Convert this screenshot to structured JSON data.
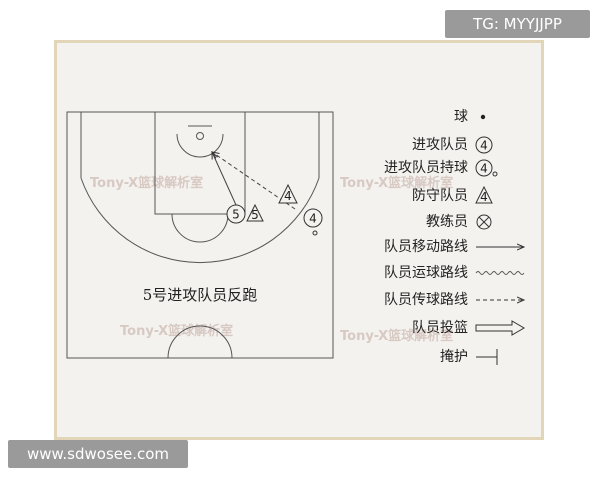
{
  "top_badge": "TG: MYYJJPP",
  "bottom_badge": "www.sdwosee.com",
  "watermark": "Tony-X篮球解析室",
  "diagram": {
    "caption": "5号进攻队员反跑",
    "players": {
      "offense_4": "4",
      "offense_5": "5",
      "defense_5": "5",
      "defense_4": "4"
    }
  },
  "legend": {
    "items": [
      {
        "label": "球",
        "symbol": "ball"
      },
      {
        "label": "进攻队员",
        "symbol": "4"
      },
      {
        "label": "进攻队员持球",
        "symbol": "4"
      },
      {
        "label": "防守队员",
        "symbol": "4"
      },
      {
        "label": "教练员",
        "symbol": "coach"
      },
      {
        "label": "队员移动路线",
        "symbol": "move-line"
      },
      {
        "label": "队员运球路线",
        "symbol": "dribble-line"
      },
      {
        "label": "队员传球路线",
        "symbol": "pass-line"
      },
      {
        "label": "队员投篮",
        "symbol": "shot-arrow"
      },
      {
        "label": "掩护",
        "symbol": "screen"
      }
    ]
  }
}
